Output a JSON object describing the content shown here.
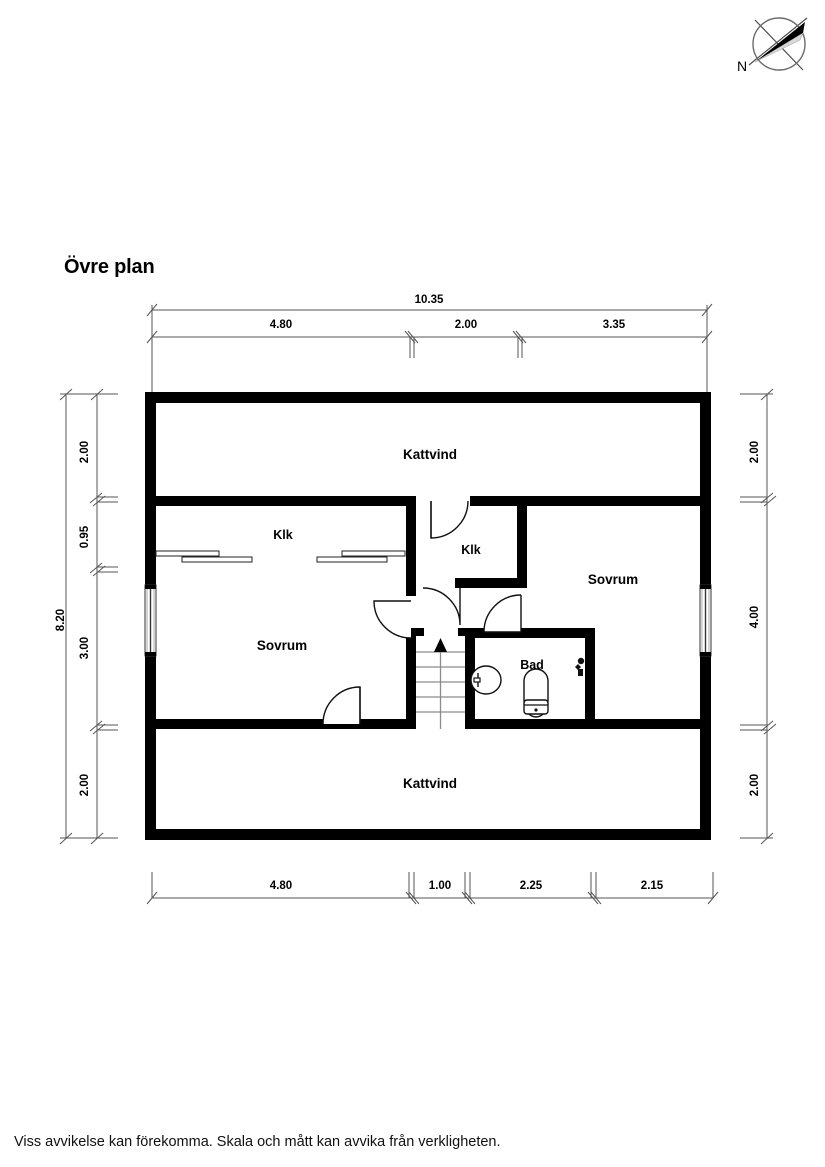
{
  "title": "Övre plan",
  "footer": "Viss avvikelse kan förekomma. Skala och mått kan avvika från verkligheten.",
  "compass": {
    "north_label": "N",
    "needle_dark": "#000000",
    "needle_light": "#d9d9d9",
    "ring": "#555555"
  },
  "colors": {
    "wall": "#000000",
    "background": "#ffffff",
    "dimension_line": "#555555",
    "fixture_outline": "#1a1a1a",
    "stair_tread": "#8c8c8c"
  },
  "rooms": [
    {
      "name": "kattvind-top",
      "label": "Kattvind",
      "size": "lg"
    },
    {
      "name": "klk-left",
      "label": "Klk",
      "size": "sm"
    },
    {
      "name": "klk-center",
      "label": "Klk",
      "size": "sm"
    },
    {
      "name": "sovrum-right",
      "label": "Sovrum",
      "size": "lg"
    },
    {
      "name": "sovrum-left",
      "label": "Sovrum",
      "size": "lg"
    },
    {
      "name": "bad",
      "label": "Bad",
      "size": "sm"
    },
    {
      "name": "kattvind-bottom",
      "label": "Kattvind",
      "size": "lg"
    }
  ],
  "dimensions": {
    "top_overall": "10.35",
    "top_segments": [
      "4.80",
      "2.00",
      "3.35"
    ],
    "bottom_segments": [
      "4.80",
      "1.00",
      "2.25",
      "2.15"
    ],
    "left_overall": "8.20",
    "left_segments": [
      "2.00",
      "0.95",
      "3.00",
      "2.00"
    ],
    "right_segments": [
      "2.00",
      "4.00",
      "2.00"
    ]
  }
}
